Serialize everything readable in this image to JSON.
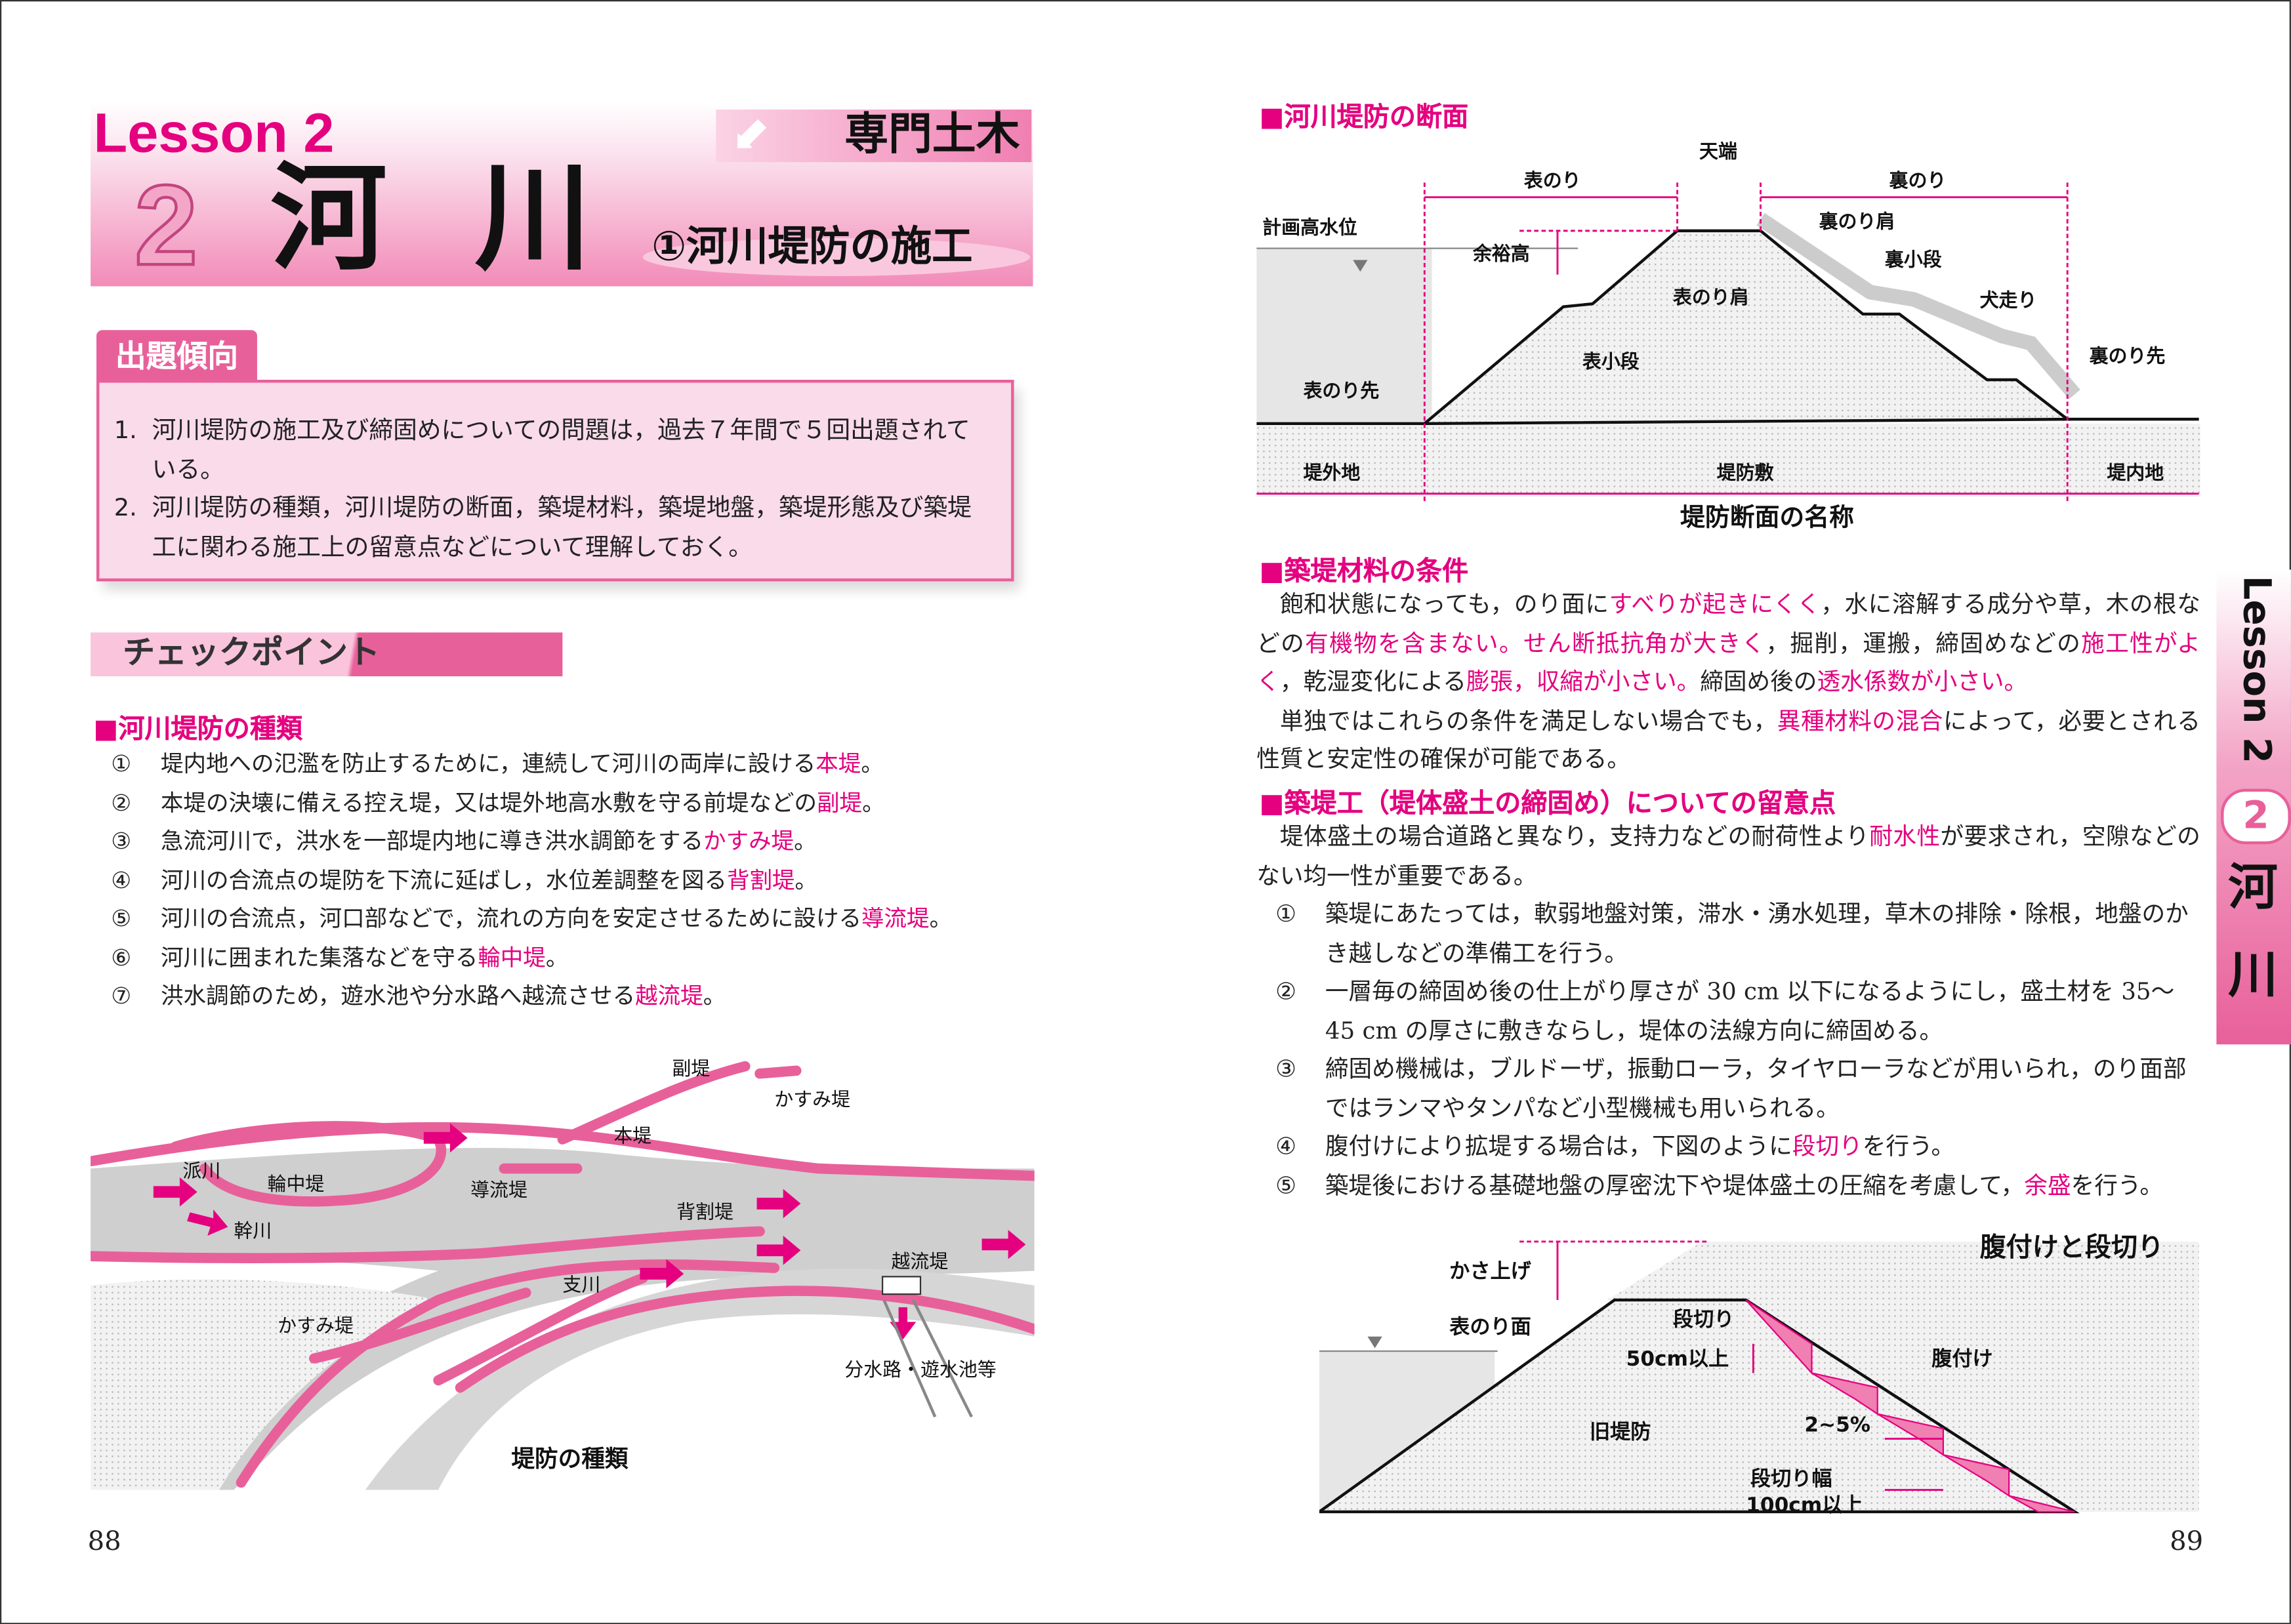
{
  "left_page": {
    "lesson_label": "Lesson 2",
    "chapter_number": "2",
    "chapter_title": "河 川",
    "category": "専門土木",
    "subtitle": "①河川堤防の施工",
    "trend_tab": "出題傾向",
    "trend_items": [
      {
        "n": "1.",
        "text": "河川堤防の施工及び締固めについての問題は，過去７年間で５回出題されている。"
      },
      {
        "n": "2.",
        "text": "河川堤防の種類，河川堤防の断面，築堤材料，築堤地盤，築堤形態及び築堤工に関わる施工上の留意点などについて理解しておく。"
      }
    ],
    "checkpoint": "チェックポイント",
    "section1_title": "■河川堤防の種類",
    "section1_items": [
      {
        "n": "①",
        "segs": [
          {
            "t": "堤内地への氾濫を防止するために，連続して河川の両岸に設ける"
          },
          {
            "t": "本堤",
            "hl": true
          },
          {
            "t": "。"
          }
        ]
      },
      {
        "n": "②",
        "segs": [
          {
            "t": "本堤の決壊に備える控え堤，又は堤外地高水敷を守る前堤などの"
          },
          {
            "t": "副堤",
            "hl": true
          },
          {
            "t": "。"
          }
        ]
      },
      {
        "n": "③",
        "segs": [
          {
            "t": "急流河川で，洪水を一部堤内地に導き洪水調節をする"
          },
          {
            "t": "かすみ堤",
            "hl": true
          },
          {
            "t": "。"
          }
        ]
      },
      {
        "n": "④",
        "segs": [
          {
            "t": "河川の合流点の堤防を下流に延ばし，水位差調整を図る"
          },
          {
            "t": "背割堤",
            "hl": true
          },
          {
            "t": "。"
          }
        ]
      },
      {
        "n": "⑤",
        "segs": [
          {
            "t": "河川の合流点，河口部などで，流れの方向を安定させるために設ける"
          },
          {
            "t": "導流堤",
            "hl": true
          },
          {
            "t": "。"
          }
        ]
      },
      {
        "n": "⑥",
        "segs": [
          {
            "t": "河川に囲まれた集落などを守る"
          },
          {
            "t": "輪中堤",
            "hl": true
          },
          {
            "t": "。"
          }
        ]
      },
      {
        "n": "⑦",
        "segs": [
          {
            "t": "洪水調節のため，遊水池や分水路へ越流させる"
          },
          {
            "t": "越流堤",
            "hl": true
          },
          {
            "t": "。"
          }
        ]
      }
    ],
    "river_diagram": {
      "labels": {
        "fukutei": "副堤",
        "kasumi1": "かすみ堤",
        "hontei": "本堤",
        "hasen": "派川",
        "wajutei": "輪中堤",
        "douryutei": "導流堤",
        "kansen": "幹川",
        "sewaritei": "背割堤",
        "shisen": "支川",
        "etsuryutei": "越流堤",
        "kasumi2": "かすみ堤",
        "bunsuiro": "分水路・遊水池等"
      },
      "caption": "堤防の種類"
    },
    "page_number": "88"
  },
  "right_page": {
    "section_cross_title": "■河川堤防の断面",
    "cross_section": {
      "labels": {
        "omote_nori": "表のり",
        "tenba": "天端",
        "ura_nori": "裏のり",
        "keikaku": "計画高水位",
        "yoyu": "余裕高",
        "ura_kata": "裏のり肩",
        "ura_kodan": "裏小段",
        "omote_kata": "表のり肩",
        "inubashiri": "犬走り",
        "omote_kodan": "表小段",
        "ura_saki": "裏のり先",
        "omote_saki": "表のり先",
        "teigaichi": "堤外地",
        "teibou_shiki": "堤防敷",
        "teinaichi": "堤内地"
      },
      "caption": "堤防断面の名称"
    },
    "section2_title": "■築堤材料の条件",
    "section2_paras": [
      [
        {
          "t": "飽和状態になっても，のり面に"
        },
        {
          "t": "すべりが起きにくく",
          "hl": true
        },
        {
          "t": "，水に溶解する成分や草，木の根などの"
        },
        {
          "t": "有機物を含まない。せん断抵抗角が大きく",
          "hl": true
        },
        {
          "t": "，掘削，運搬，締固めなどの"
        },
        {
          "t": "施工性がよく",
          "hl": true
        },
        {
          "t": "，乾湿変化による"
        },
        {
          "t": "膨張，収縮が小さい。",
          "hl": true
        },
        {
          "t": "締固め後の"
        },
        {
          "t": "透水係数が小さい。",
          "hl": true
        }
      ],
      [
        {
          "t": "単独ではこれらの条件を満足しない場合でも，"
        },
        {
          "t": "異種材料の混合",
          "hl": true
        },
        {
          "t": "によって，必要とされる性質と安定性の確保が可能である。"
        }
      ]
    ],
    "section3_title": "■築堤工（堤体盛土の締固め）についての留意点",
    "section3_intro": [
      {
        "t": "堤体盛土の場合道路と異なり，支持力などの耐荷性より"
      },
      {
        "t": "耐水性",
        "hl": true
      },
      {
        "t": "が要求され，空隙などのない均一性が重要である。"
      }
    ],
    "section3_items": [
      {
        "n": "①",
        "segs": [
          {
            "t": "築堤にあたっては，軟弱地盤対策，滞水・湧水処理，草木の排除・除根，地盤のかき越しなどの準備工を行う。"
          }
        ]
      },
      {
        "n": "②",
        "segs": [
          {
            "t": "一層毎の締固め後の仕上がり厚さが 30 cm 以下になるようにし，盛土材を 35〜45 cm の厚さに敷きならし，堤体の法線方向に締固める。"
          }
        ]
      },
      {
        "n": "③",
        "segs": [
          {
            "t": "締固め機械は，ブルドーザ，振動ローラ，タイヤローラなどが用いられ，のり面部ではランマやタンパなど小型機械も用いられる。"
          }
        ]
      },
      {
        "n": "④",
        "segs": [
          {
            "t": "腹付けにより拡堤する場合は，下図のように"
          },
          {
            "t": "段切り",
            "hl": true
          },
          {
            "t": "を行う。"
          }
        ]
      },
      {
        "n": "⑤",
        "segs": [
          {
            "t": "築堤後における基礎地盤の厚密沈下や堤体盛土の圧縮を考慮して，"
          },
          {
            "t": "余盛",
            "hl": true
          },
          {
            "t": "を行う。"
          }
        ]
      }
    ],
    "widening_diagram": {
      "title": "腹付けと段切り",
      "labels": {
        "kasaage": "かさ上げ",
        "omote_nori_men": "表のり面",
        "dangiri": "段切り",
        "dan_50": "50cm以上",
        "haratsuke": "腹付け",
        "kyu_teibou": "旧堤防",
        "slope": "2~5%",
        "haba1": "段切り幅",
        "haba2": "100cm以上"
      }
    },
    "side_tab": {
      "lesson": "Lesson 2",
      "number": "2",
      "title1": "河",
      "title2": "川"
    },
    "page_number": "89"
  },
  "colors": {
    "accent": "#e4007f",
    "pink_light": "#f9dbe9",
    "pink_mid": "#e8609a"
  }
}
